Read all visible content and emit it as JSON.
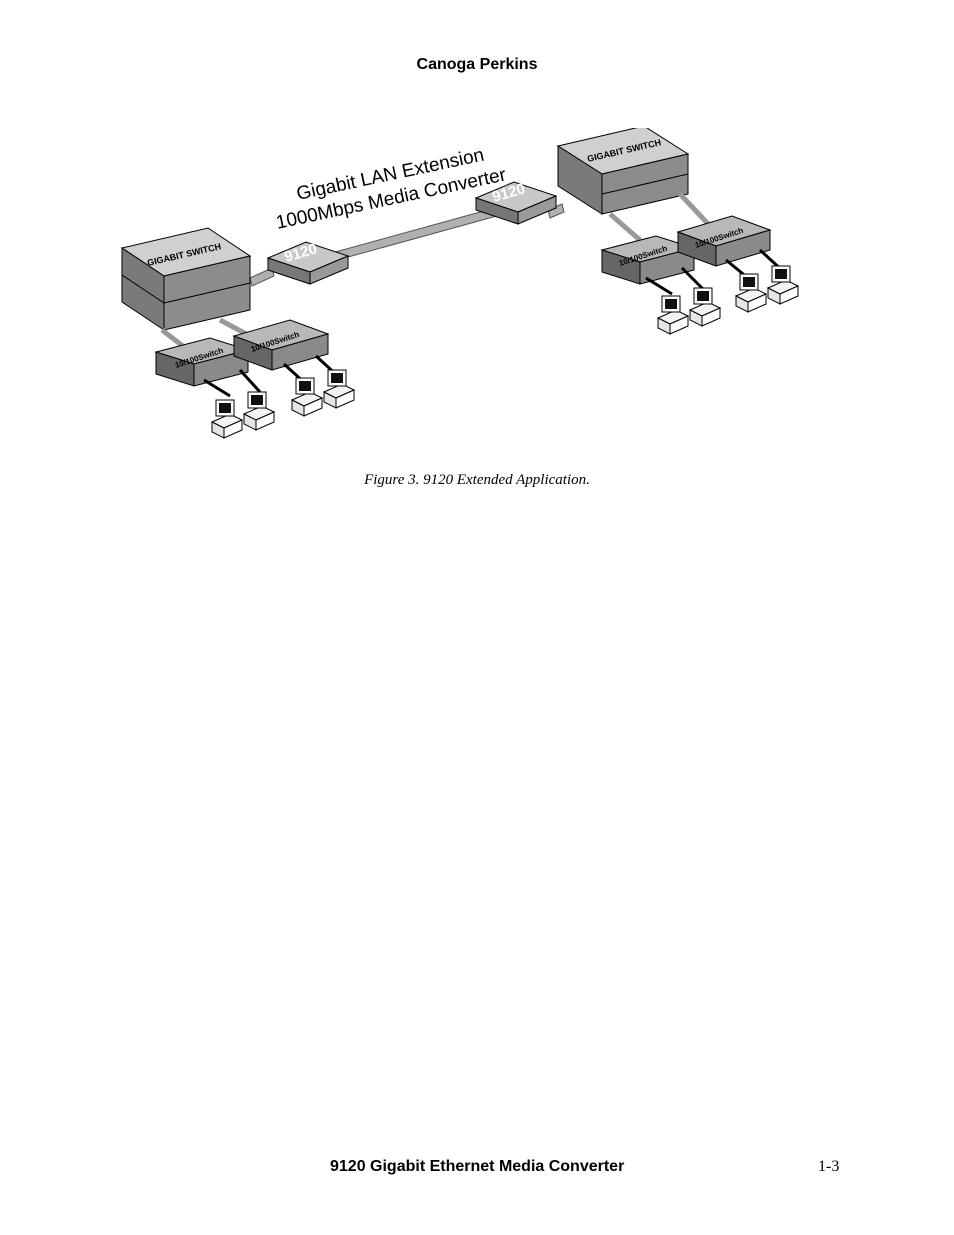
{
  "header": {
    "company": "Canoga Perkins"
  },
  "figure": {
    "title_line1": "Gigabit LAN Extension",
    "title_line2": "1000Mbps Media Converter",
    "converter_label": "9120",
    "gigabit_switch_label": "GIGABIT SWITCH",
    "access_switch_label": "10/100Switch",
    "caption": "Figure 3.  9120 Extended Application."
  },
  "footer": {
    "title": "9120 Gigabit Ethernet Media Converter",
    "page_number": "1-3"
  }
}
